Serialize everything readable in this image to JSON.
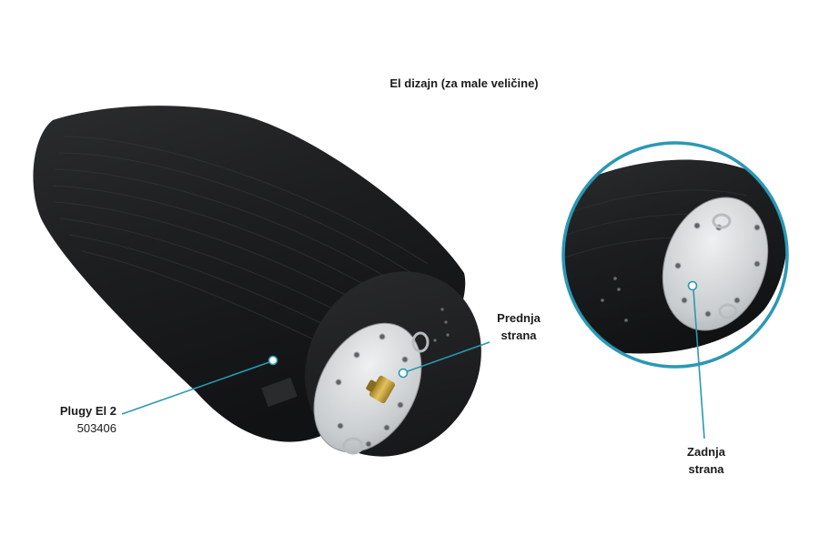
{
  "title": "El dizajn (za male veličine)",
  "product": {
    "name": "Plugy El 2",
    "code": "503406"
  },
  "labels": {
    "front_line1": "Prednja",
    "front_line2": "strana",
    "back_line1": "Zadnja",
    "back_line2": "strana"
  },
  "colors": {
    "accent": "#2a98b5",
    "rubber": "#1c1d1f",
    "plate": "#cfd2d4",
    "valve": "#c8a23c"
  }
}
